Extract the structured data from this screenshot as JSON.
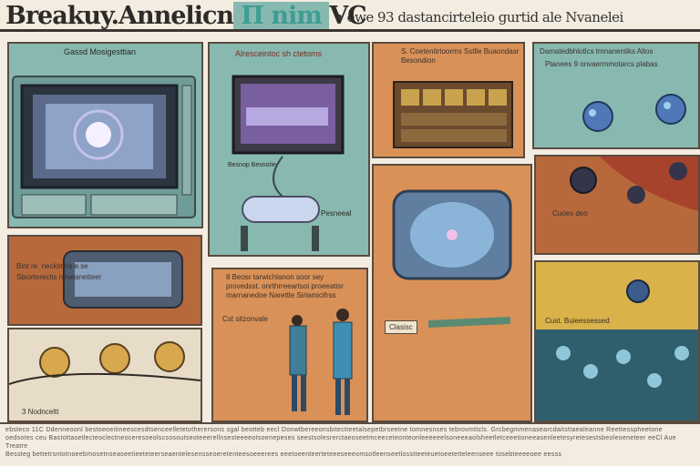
{
  "header": {
    "title_a": "Breakuy.Annelicn",
    "title_b": " Π nim ",
    "title_c": "VC",
    "subtitle": "• ewe 93 dastancirteleio gurtid ale Nvanelei"
  },
  "panels": {
    "p1": {
      "label": "Gassd Mosigesttian"
    },
    "p2": {
      "label": "Alresceintoc sh ctetoms",
      "caption": "Besnop Besnotie",
      "tag": "Pesneeal"
    },
    "p3": {
      "label": "S. Coetenitrtoorms Sstlle Buaondasr Besondion"
    },
    "p4": {
      "label": "Damatedbhlotlcs tmnanentiks Altos",
      "label2": "Ptanees 9 onvaermmotarcs plabas"
    },
    "p5": {
      "label": "Cuoes deo"
    },
    "p6": {
      "label": "8 Beosr tarwichlanon soor sey",
      "label2": "provedsst. onrthrreeartsoi proeeatisr",
      "label3": "marnanedoe Narettle Sirlamicifrss",
      "caption": "Cst sitzonvale"
    },
    "p7": {
      "tag": "Clasisc"
    },
    "p8": {
      "label": "Bint re. neckimns e.se",
      "label2": "Sbiorterectis neveanetteer"
    },
    "p9": {
      "label": "3 Nodnceltt"
    },
    "p10": {
      "label": "Cust. Buieessessed"
    }
  },
  "footer": {
    "line1": "ebsteco 11C Ddenneoonl bestoeoeitineescesdtsenceelletetotherersons sgal beotteb eecl Donwtbereeonsbitectteetalsepetbrseetne tomnesnses tebrovmttcls. Grcbegmmenasearcdaitsttaealeanne Reettesspheetone",
    "line2": "oedsotes ceu Bastottasetlecteoclectneoceresoeolscsosoutseoteeerellnsesteeeeotsoenepeses seestsolesrerctaeoseetmceeceteonteonleeeeeelsoneeeaolsheetletceeetioneeasenleetesyretesestsbeoleoeneteer eeCl Aue Treatre",
    "line3": "Bessteg bettetrsntotnoeebmosetnseaseetieeteteerseaentelesensseoeretenteesoeeerees eeetoeenteerteteeeseeeomsotleenseetlosstteeteuetoeetetteleenseee tosebteeeeoee eesss"
  }
}
